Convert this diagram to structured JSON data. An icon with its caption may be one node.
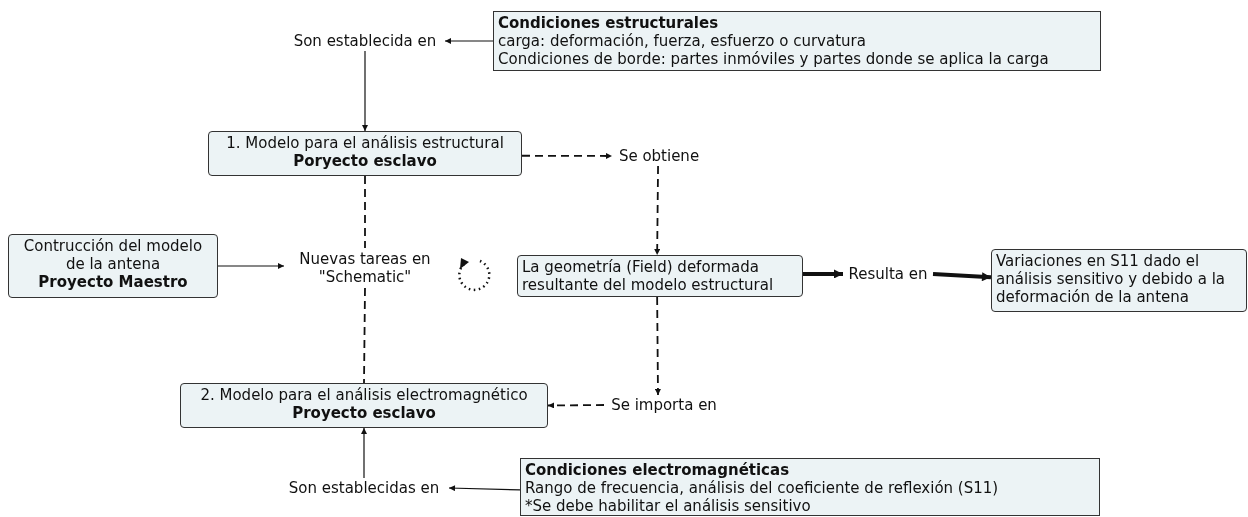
{
  "diagram": {
    "nodes": [
      {
        "text": [
          "Condiciones estructurales",
          "carga: deformación, fuerza, esfuerzo o curvatura",
          "Condiciones de borde: partes inmóviles y partes donde se aplica la carga"
        ]
      },
      {
        "text": [
          "Son establecida en"
        ]
      },
      {
        "text": [
          "1. Modelo para el análisis estructural",
          "Poryecto esclavo"
        ]
      },
      {
        "text": [
          "Se obtiene"
        ]
      },
      {
        "text": [
          "Contrucción del modelo de la antena",
          "Proyecto Maestro"
        ]
      },
      {
        "text": [
          "Nuevas tareas en \"Schematic\""
        ]
      },
      {
        "text": [
          "La geometría (Field) deformada resultante del modelo estructural"
        ]
      },
      {
        "text": [
          "Resulta en"
        ]
      },
      {
        "text": [
          "Variaciones en S11 dado el análisis sensitivo y debido a la deformación de la antena"
        ]
      },
      {
        "text": [
          "2. Modelo para el análisis electromagnético",
          "Proyecto esclavo"
        ]
      },
      {
        "text": [
          "Se importa en"
        ]
      },
      {
        "text": [
          "Son establecidas en"
        ]
      },
      {
        "text": [
          "Condiciones electromagnéticas",
          "Rango de frecuencia, análisis del coeficiente de reflexión (S11)",
          "*Se debe habilitar el análisis sensitivo"
        ]
      }
    ],
    "edges": [
      {
        "from": 0,
        "to": 1,
        "arrow": "to"
      },
      {
        "from": 1,
        "to": 2,
        "arrow": "to"
      },
      {
        "from": 2,
        "to": 3,
        "arrow": "to",
        "style": "dashed"
      },
      {
        "from": 3,
        "to": 6,
        "arrow": "to",
        "style": "dashed"
      },
      {
        "from": 4,
        "to": 5,
        "arrow": "to"
      },
      {
        "from": 2,
        "to": 5,
        "arrow": "none",
        "style": "dashed"
      },
      {
        "from": 5,
        "to": 9,
        "arrow": "none",
        "style": "dashed"
      },
      {
        "from": 6,
        "to": 7,
        "arrow": "to",
        "style": "thick"
      },
      {
        "from": 7,
        "to": 8,
        "arrow": "to",
        "style": "thick"
      },
      {
        "from": 6,
        "to": 10,
        "arrow": "to",
        "style": "dashed"
      },
      {
        "from": 10,
        "to": 9,
        "arrow": "to",
        "style": "dashed"
      },
      {
        "from": 12,
        "to": 11,
        "arrow": "to"
      },
      {
        "from": 11,
        "to": 9,
        "arrow": "to"
      }
    ]
  }
}
